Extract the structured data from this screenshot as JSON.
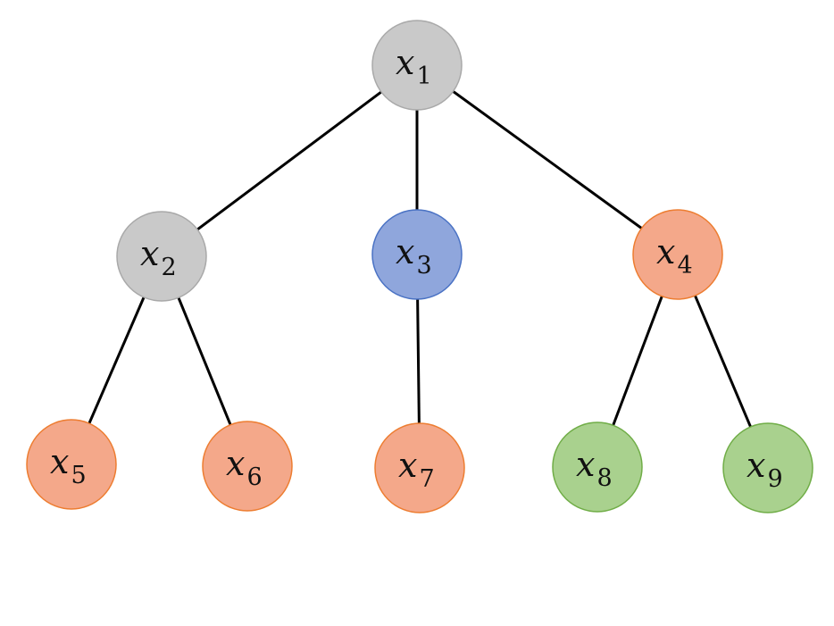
{
  "palette": {
    "gray": {
      "fill": "#c9c9c9",
      "stroke": "#a9a9a9"
    },
    "blue": {
      "fill": "#8fa6dc",
      "stroke": "#4a72c4"
    },
    "orange": {
      "fill": "#f4a88a",
      "stroke": "#ed7d31"
    },
    "green": {
      "fill": "#a9d18e",
      "stroke": "#70ad47"
    }
  },
  "nodes": [
    {
      "id": "x1",
      "var": "x",
      "sub": "1",
      "color": "gray"
    },
    {
      "id": "x2",
      "var": "x",
      "sub": "2",
      "color": "gray"
    },
    {
      "id": "x3",
      "var": "x",
      "sub": "3",
      "color": "blue"
    },
    {
      "id": "x4",
      "var": "x",
      "sub": "4",
      "color": "orange"
    },
    {
      "id": "x5",
      "var": "x",
      "sub": "5",
      "color": "orange"
    },
    {
      "id": "x6",
      "var": "x",
      "sub": "6",
      "color": "orange"
    },
    {
      "id": "x7",
      "var": "x",
      "sub": "7",
      "color": "orange"
    },
    {
      "id": "x8",
      "var": "x",
      "sub": "8",
      "color": "green"
    },
    {
      "id": "x9",
      "var": "x",
      "sub": "9",
      "color": "green"
    }
  ],
  "edges": [
    [
      "x1",
      "x2"
    ],
    [
      "x1",
      "x3"
    ],
    [
      "x1",
      "x4"
    ],
    [
      "x2",
      "x5"
    ],
    [
      "x2",
      "x6"
    ],
    [
      "x3",
      "x7"
    ],
    [
      "x4",
      "x8"
    ],
    [
      "x4",
      "x9"
    ]
  ]
}
